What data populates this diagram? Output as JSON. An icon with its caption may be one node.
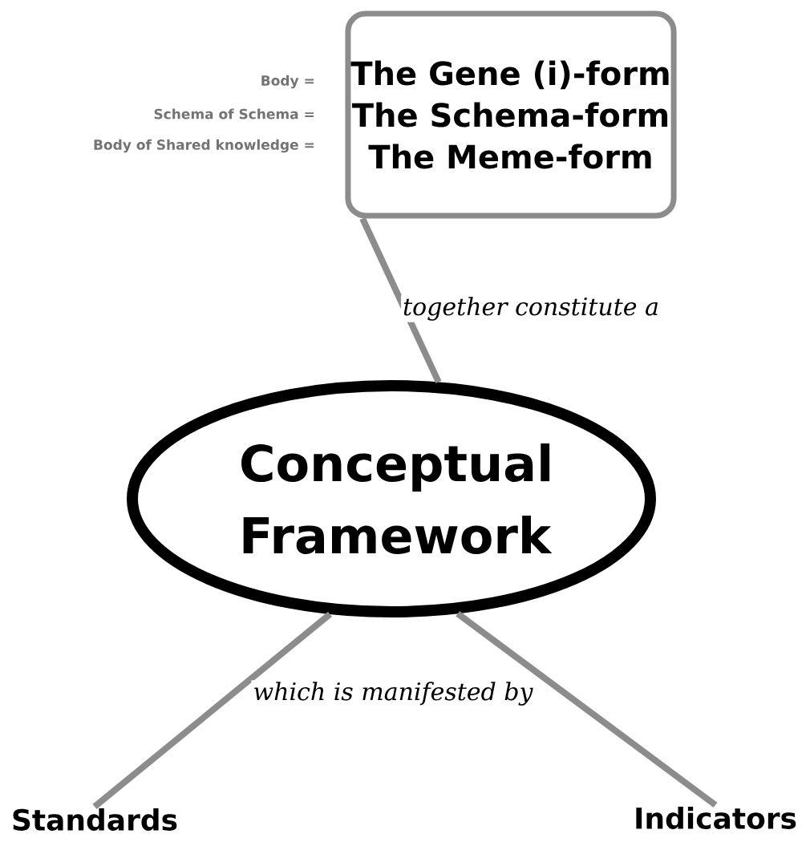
{
  "diagram": {
    "nodes": [
      {
        "text": [
          "The Gene (i)-form",
          "The Schema-form",
          "The Meme-form"
        ],
        "beside": [
          "Body =",
          "Schema of Schema =",
          "Body of Shared knowledge ="
        ]
      },
      {
        "text": [
          "Conceptual Framework"
        ]
      },
      {
        "text": [
          "Standards"
        ]
      },
      {
        "text": [
          "Indicators"
        ]
      }
    ],
    "edges": [
      {
        "from": 0,
        "to": 1,
        "arrow": "none",
        "label": "together constitute a"
      },
      {
        "from": 1,
        "to": 2,
        "arrow": "none",
        "label": "which is manifested by"
      },
      {
        "from": 1,
        "to": 3,
        "arrow": "none"
      }
    ]
  }
}
